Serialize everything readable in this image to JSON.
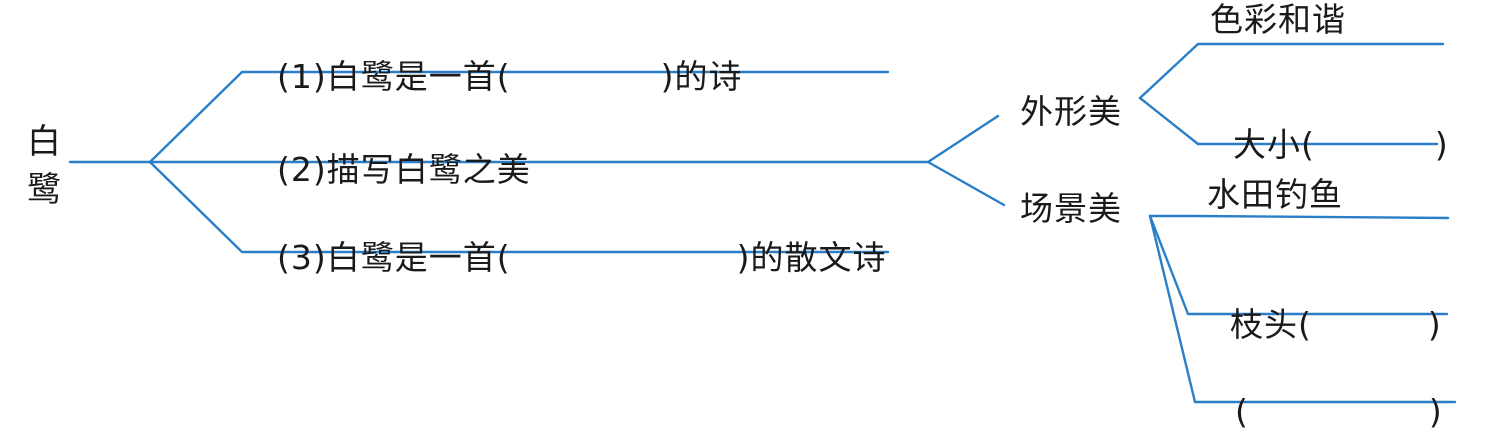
{
  "root": {
    "char_1": "白",
    "char_2": "鹭"
  },
  "branches": [
    {
      "number": "(1)",
      "text_before_blank": "白鹭是一首(",
      "text_after_blank": ")的诗"
    },
    {
      "number": "(2)",
      "text": "描写白鹭之美"
    },
    {
      "number": "(3)",
      "text_before_blank": "白鹭是一首(",
      "text_after_blank": ")的散文诗"
    }
  ],
  "beauty_nodes": [
    {
      "label": "外形美",
      "items": [
        {
          "text": "色彩和谐"
        },
        {
          "text_before_blank": "大小(",
          "text_after_blank": ")"
        }
      ]
    },
    {
      "label": "场景美",
      "items": [
        {
          "text": "水田钓鱼"
        },
        {
          "text_before_blank": "枝头(",
          "text_after_blank": ")"
        },
        {
          "text_before_blank": "(",
          "text_after_blank": ")"
        }
      ]
    }
  ],
  "colors": {
    "line": "#2a7fc8",
    "text": "#1a1a1a",
    "background": "#ffffff"
  }
}
